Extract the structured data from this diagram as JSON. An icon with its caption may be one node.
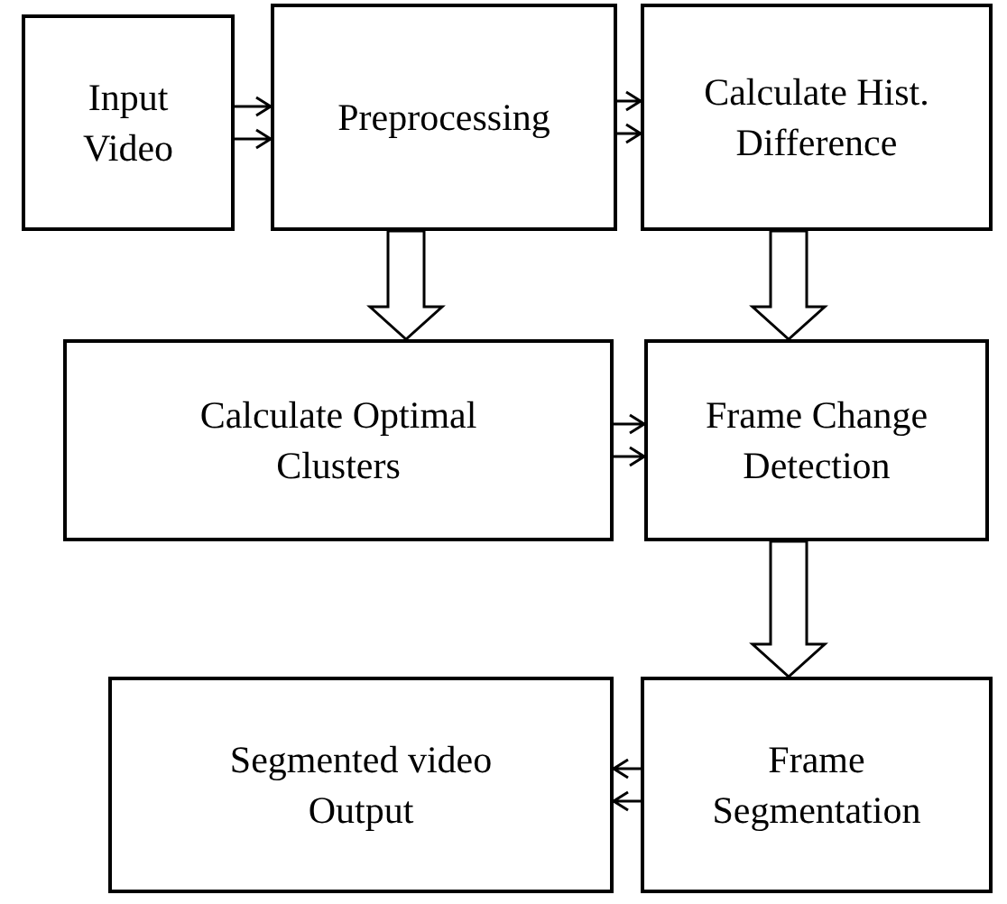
{
  "diagram": {
    "nodes": [
      {
        "text": [
          "Input Video"
        ]
      },
      {
        "text": [
          "Preprocessing"
        ]
      },
      {
        "text": [
          "Calculate Hist. Difference"
        ]
      },
      {
        "text": [
          "Calculate Optimal Clusters"
        ]
      },
      {
        "text": [
          "Frame Change Detection"
        ]
      },
      {
        "text": [
          "Segmented video Output"
        ]
      },
      {
        "text": [
          "Frame Segmentation"
        ]
      }
    ],
    "edges": [
      {
        "from": 0,
        "to": 1,
        "arrow": "to"
      },
      {
        "from": 1,
        "to": 2,
        "arrow": "to"
      },
      {
        "from": 1,
        "to": 3,
        "arrow": "to"
      },
      {
        "from": 2,
        "to": 4,
        "arrow": "to"
      },
      {
        "from": 3,
        "to": 4,
        "arrow": "to"
      },
      {
        "from": 4,
        "to": 6,
        "arrow": "to"
      },
      {
        "from": 6,
        "to": 5,
        "arrow": "to"
      }
    ]
  }
}
